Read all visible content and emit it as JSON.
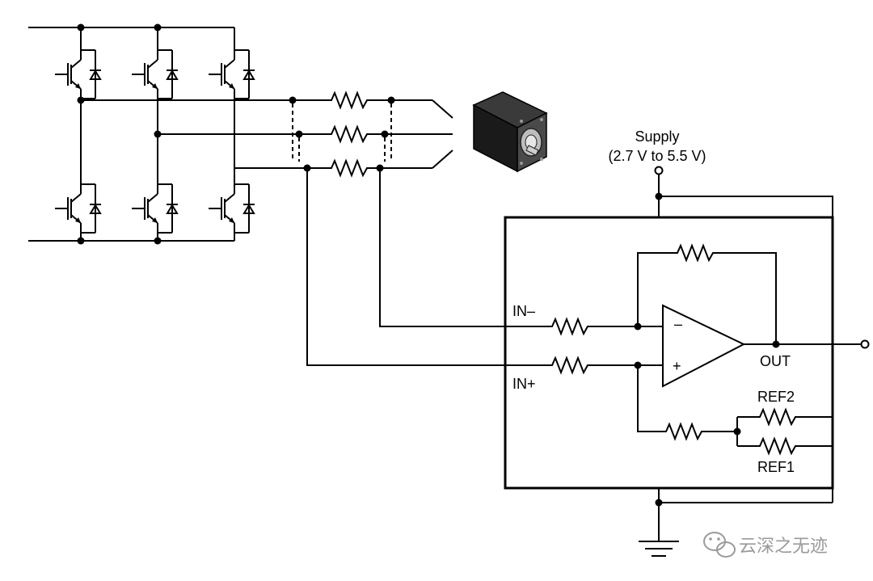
{
  "labels": {
    "supply_line1": "Supply",
    "supply_line2": "(2.7 V to 5.5 V)",
    "in_minus": "IN–",
    "in_plus": "IN+",
    "out": "OUT",
    "ref2": "REF2",
    "ref1": "REF1",
    "opamp_minus": "–",
    "opamp_plus": "+"
  },
  "watermark": {
    "text": "云深之无迹",
    "icon": "wechat-icon"
  },
  "components": {
    "inverter_switches": 6,
    "phase_shunts": 3,
    "motor_icon": "stepper-motor-icon"
  }
}
